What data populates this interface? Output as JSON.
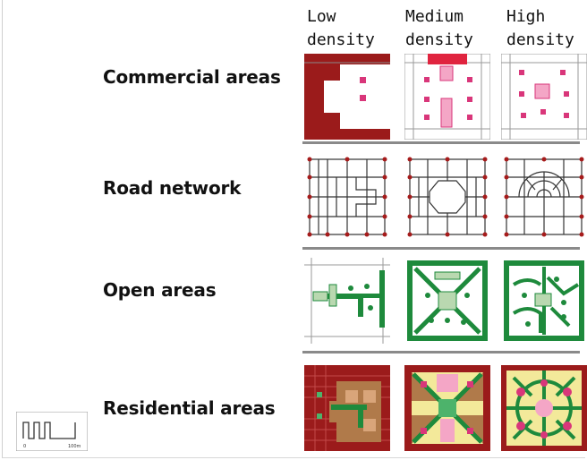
{
  "columns": [
    {
      "line1": "Low",
      "line2": "density"
    },
    {
      "line1": "Medium",
      "line2": "density"
    },
    {
      "line1": "High",
      "line2": "density"
    }
  ],
  "rows": [
    {
      "label": "Commercial areas"
    },
    {
      "label": "Road network"
    },
    {
      "label": "Open areas"
    },
    {
      "label": "Residential areas"
    }
  ],
  "scale": {
    "start": "0",
    "end": "100m"
  },
  "colors": {
    "commercial_dark": "#9b1b1b",
    "commercial_pink": "#d9367a",
    "road_node": "#a61b1b",
    "open_green": "#1e8a3c",
    "residential_brown": "#b07a4a",
    "residential_yellow": "#f3e99a"
  }
}
